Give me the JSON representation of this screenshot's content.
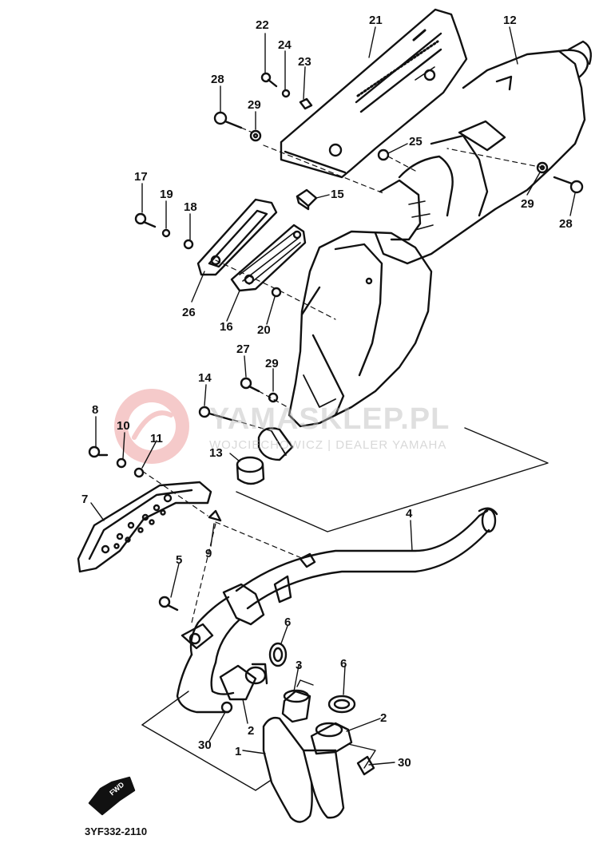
{
  "diagram": {
    "part_code": "3YF332-2110",
    "forward_marker": "FWD",
    "callouts": [
      {
        "id": "c22",
        "label": "22"
      },
      {
        "id": "c21",
        "label": "21"
      },
      {
        "id": "c12",
        "label": "12"
      },
      {
        "id": "c24",
        "label": "24"
      },
      {
        "id": "c23",
        "label": "23"
      },
      {
        "id": "c28a",
        "label": "28"
      },
      {
        "id": "c29a",
        "label": "29"
      },
      {
        "id": "c25",
        "label": "25"
      },
      {
        "id": "c29b",
        "label": "29"
      },
      {
        "id": "c28b",
        "label": "28"
      },
      {
        "id": "c17",
        "label": "17"
      },
      {
        "id": "c19",
        "label": "19"
      },
      {
        "id": "c18",
        "label": "18"
      },
      {
        "id": "c15",
        "label": "15"
      },
      {
        "id": "c26",
        "label": "26"
      },
      {
        "id": "c16",
        "label": "16"
      },
      {
        "id": "c20",
        "label": "20"
      },
      {
        "id": "c27",
        "label": "27"
      },
      {
        "id": "c29c",
        "label": "29"
      },
      {
        "id": "c14",
        "label": "14"
      },
      {
        "id": "c8",
        "label": "8"
      },
      {
        "id": "c10",
        "label": "10"
      },
      {
        "id": "c11",
        "label": "11"
      },
      {
        "id": "c13",
        "label": "13"
      },
      {
        "id": "c7",
        "label": "7"
      },
      {
        "id": "c9",
        "label": "9"
      },
      {
        "id": "c4",
        "label": "4"
      },
      {
        "id": "c5",
        "label": "5"
      },
      {
        "id": "c6a",
        "label": "6"
      },
      {
        "id": "c3",
        "label": "3"
      },
      {
        "id": "c6b",
        "label": "6"
      },
      {
        "id": "c2a",
        "label": "2"
      },
      {
        "id": "c2b",
        "label": "2"
      },
      {
        "id": "c30a",
        "label": "30"
      },
      {
        "id": "c1",
        "label": "1"
      },
      {
        "id": "c30b",
        "label": "30"
      }
    ]
  },
  "watermark": {
    "brand": "YAMASKLEP.PL",
    "tagline": "WOJCIECHOWICZ | DEALER YAMAHA",
    "color": "#e36a6a"
  }
}
